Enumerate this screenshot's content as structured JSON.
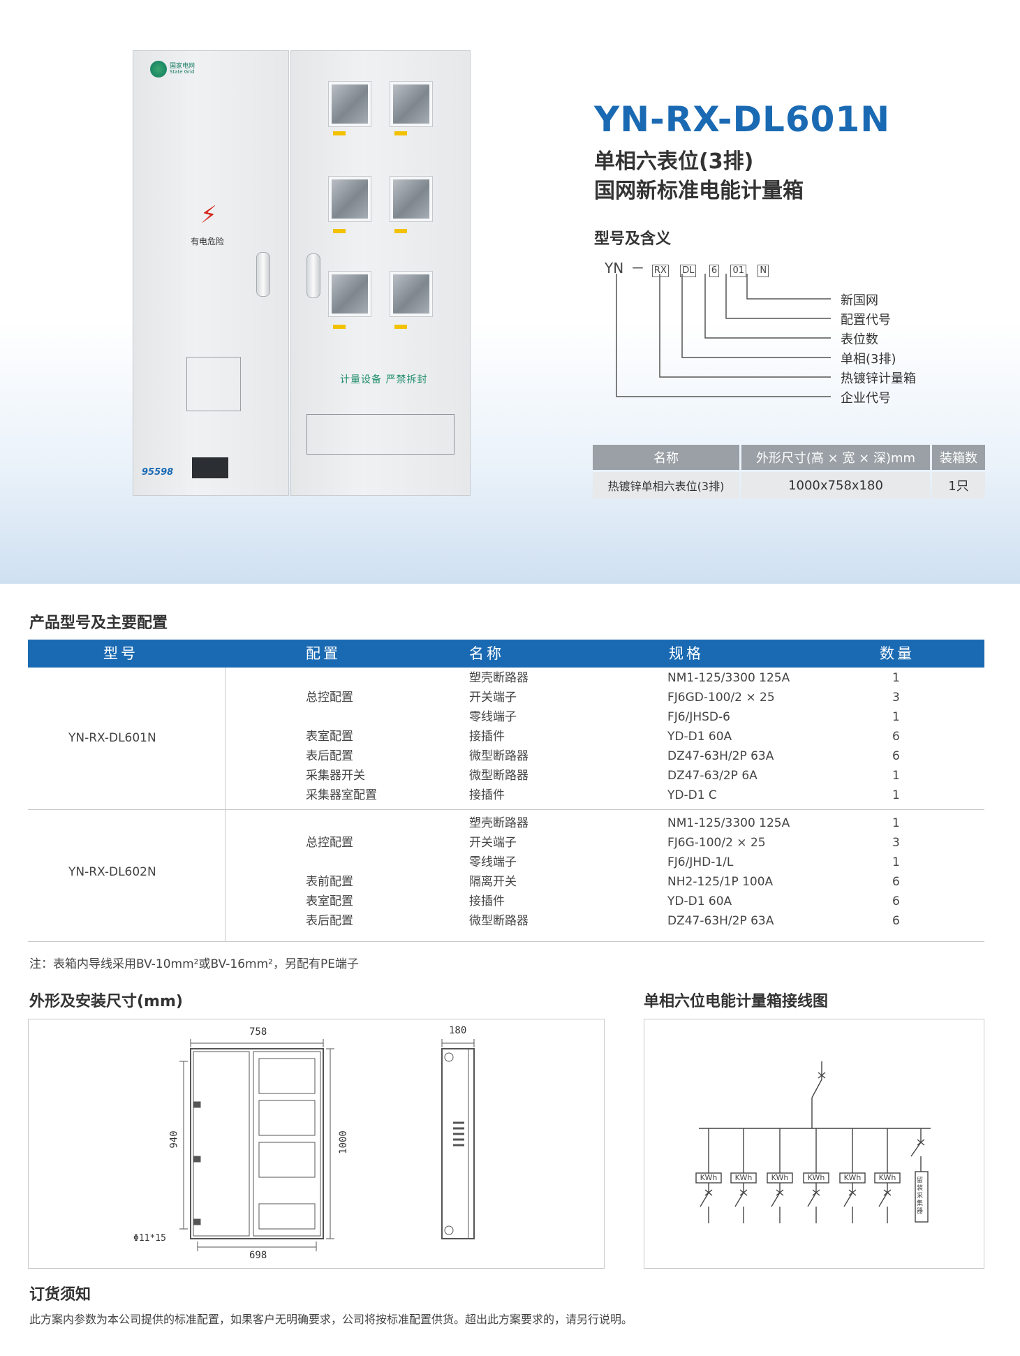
{
  "product": {
    "model": "YN-RX-DL601N",
    "subtitle_1": "单相六表位(3排)",
    "subtitle_2": "国网新标准电能计量箱"
  },
  "cabinet_photo": {
    "logo_text": "国家电网",
    "logo_subtext": "State Grid",
    "danger_text": "有电危险",
    "seal_text": "计量设备 严禁拆封",
    "hotline": "95598"
  },
  "model_meaning": {
    "heading": "型号及含义",
    "prefix": "YN",
    "dash": "－",
    "codes": [
      "RX",
      "DL",
      "6",
      "01",
      "N"
    ],
    "labels": [
      "新国网",
      "配置代号",
      "表位数",
      "单相(3排)",
      "热镀锌计量箱",
      "企业代号"
    ]
  },
  "dimension_table": {
    "headers": [
      "名称",
      "外形尺寸(高 × 宽 × 深)mm",
      "装箱数"
    ],
    "row": [
      "热镀锌单相六表位(3排)",
      "1000x758x180",
      "1只"
    ]
  },
  "spec_section": {
    "heading": "产品型号及主要配置",
    "headers": [
      "型号",
      "配置",
      "名称",
      "规格",
      "数量"
    ],
    "groups": [
      {
        "model": "YN-RX-DL601N",
        "rows": [
          {
            "config": "",
            "name": "塑壳断路器",
            "spec": "NM1-125/3300 125A",
            "qty": "1"
          },
          {
            "config": "总控配置",
            "name": "开关端子",
            "spec": "FJ6GD-100/2 × 25",
            "qty": "3"
          },
          {
            "config": "",
            "name": "零线端子",
            "spec": "FJ6/JHSD-6",
            "qty": "1"
          },
          {
            "config": "表室配置",
            "name": "接插件",
            "spec": "YD-D1 60A",
            "qty": "6"
          },
          {
            "config": "表后配置",
            "name": "微型断路器",
            "spec": "DZ47-63H/2P 63A",
            "qty": "6"
          },
          {
            "config": "采集器开关",
            "name": "微型断路器",
            "spec": "DZ47-63/2P 6A",
            "qty": "1"
          },
          {
            "config": "采集器室配置",
            "name": "接插件",
            "spec": "YD-D1 C",
            "qty": "1"
          }
        ]
      },
      {
        "model": "YN-RX-DL602N",
        "rows": [
          {
            "config": "",
            "name": "塑壳断路器",
            "spec": "NM1-125/3300 125A",
            "qty": "1"
          },
          {
            "config": "总控配置",
            "name": "开关端子",
            "spec": "FJ6G-100/2 × 25",
            "qty": "3"
          },
          {
            "config": "",
            "name": "零线端子",
            "spec": "FJ6/JHD-1/L",
            "qty": "1"
          },
          {
            "config": "表前配置",
            "name": "隔离开关",
            "spec": "NH2-125/1P 100A",
            "qty": "6"
          },
          {
            "config": "表室配置",
            "name": "接插件",
            "spec": "YD-D1 60A",
            "qty": "6"
          },
          {
            "config": "表后配置",
            "name": "微型断路器",
            "spec": "DZ47-63H/2P 63A",
            "qty": "6"
          }
        ]
      }
    ],
    "note": "注：表箱内导线采用BV-10mm²或BV-16mm²，另配有PE端子"
  },
  "dimensions_drawing": {
    "heading": "外形及安装尺寸(mm)",
    "width_top": "758",
    "width_bottom": "698",
    "height_left": "940",
    "height_right": "1000",
    "depth": "180",
    "hole": "Φ11*15"
  },
  "wiring_diagram": {
    "heading": "单相六位电能计量箱接线图",
    "meter_label": "KWh",
    "collector_label": "留装采集器"
  },
  "ordering": {
    "heading": "订货须知",
    "text": "此方案内参数为本公司提供的标准配置，如果客户无明确要求，公司将按标准配置供货。超出此方案要求的，请另行说明。"
  }
}
